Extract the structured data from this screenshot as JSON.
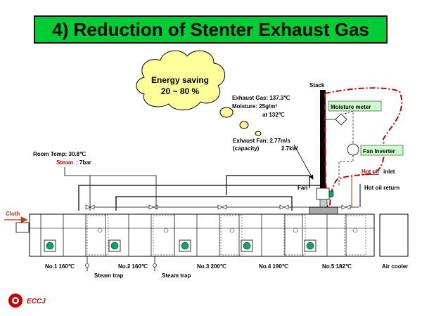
{
  "title": "4) Reduction of Stenter Exhaust Gas",
  "cloud": {
    "line1": "Energy saving",
    "line2": "20 ~ 80 %"
  },
  "labels": {
    "stack": "Stack",
    "exhaust_gas": "Exhaust Gas: 137.3℃",
    "moisture": "Moisture: 25g/m³",
    "moisture_at": "at  132℃",
    "exhaust_fan": "Exhaust Fan: 2.77m/s",
    "fan_capacity_label": "(capacity)",
    "fan_power": "2.7kW",
    "moisture_meter": "Moisture meter",
    "fan_inverter": "Fan Inverter",
    "hot_oil_word": "Hot oil",
    "inlet_word": "inlet",
    "hot_oil_return": "Hot oil return",
    "fan": "Fan",
    "room_temp": "Room Temp: 30.8℃",
    "steam_word": "Steam",
    "steam_value": ": 7bar",
    "cloth": "Cloth",
    "no1": "No.1 160℃",
    "no2": "No.2 160℃",
    "no3": "No.3 200℃",
    "no4": "No.4 190℃",
    "no5": "No.5 182℃",
    "air_cooler": "Air cooler",
    "steam_trap_1": "Steam trap",
    "steam_trap_2": "Steam trap"
  },
  "logo_text": "ECCJ",
  "colors": {
    "title_bg": "#00cc33",
    "cloud_fill": "#ffff99",
    "highlight_box": "#ccffcc",
    "dashed_red": "#cc0000",
    "red_text": "#cc0000"
  }
}
